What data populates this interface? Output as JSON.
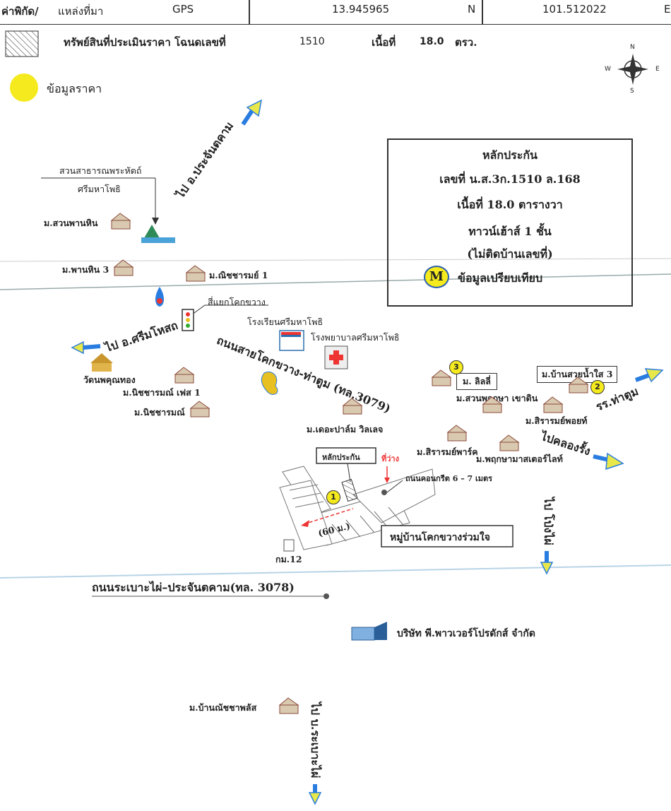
{
  "header": {
    "label": "ค่าพิกัด/",
    "source_label": "แหล่งที่มา",
    "source_value": "GPS",
    "lat": "13.945965",
    "lat_dir": "N",
    "lon": "101.512022",
    "lon_dir": "E"
  },
  "legend": {
    "asset_label": "ทรัพย์สินที่ประเมินราคา โฉนดเลขที่",
    "deed_no": "1510",
    "area_label": "เนื้อที่",
    "area_value": "18.0",
    "area_unit": "ตรว.",
    "price_label": "ข้อมูลราคา"
  },
  "compass": {
    "n": "N",
    "s": "S",
    "e": "E",
    "w": "W"
  },
  "info_box": {
    "title": "หลักประกัน",
    "line1": "เลขที่ น.ส.3ก.1510 ล.168",
    "line2": "เนื้อที่ 18.0 ตารางวา",
    "line3": "ทาวน์เฮ้าส์ 1 ชั้น",
    "line4": "(ไม่ติดบ้านเลขที่)",
    "m_letter": "M",
    "compare_label": "ข้อมูลเปรียบเทียบ"
  },
  "places": {
    "park": "สวนสาธารณพระหัตถ์",
    "park2": "ศรีมหาโพธิ",
    "suan_phan_hin": "ม.สวนพานหิน",
    "phan_hin_3": "ม.พานหิน 3",
    "nitcharom_1": "ม.ณิชชารมย์ 1",
    "intersection": "สี่แยกโคกขวาง",
    "school": "โรงเรียนศรีมหาโพธิ",
    "hospital": "โรงพยาบาลศรีมหาโพธิ",
    "temple": "วัดนพคุณทอง",
    "nitcharom_phase1": "ม.นิชชารมณ์ เฟส 1",
    "nitcharom": "ม.นิชชารมณ์",
    "the_palm": "ม.เดอะปาล์ม วิลเลจ",
    "lilly": "ม. ลิลลี่",
    "suan_pruksa": "ม.สวนพฤกษา เขาดิน",
    "suay_nam_sai": "ม.บ้านสวยน้ำใส 3",
    "sirarom_poy": "ม.สิรารมย์พอยท์",
    "sirarom_park": "ม.สิรารมย์พาร์ค",
    "pruksa_master": "ม.พฤกษามาสเตอร์ไลท์",
    "collateral_tag": "หลักประกัน",
    "vacant": "ที่ว่าง",
    "concrete_road": "ถนนคอนกรีต 6 – 7 เมตร",
    "distance": "(60 ม.)",
    "village": "หมู่บ้านโคกขวางร่วมใจ",
    "km": "กม.12",
    "company": "บริษัท พี.พาวเวอร์โปรดักส์ จำกัด",
    "nitcha_plus": "ม.บ้านณัชชาพลัส"
  },
  "roads": {
    "to_prachantakham": "ไป อ.ประจันตคาม",
    "to_si_mahosot": "ไป อ.ศรีมโหสถ",
    "main_road": "ถนนสายโคกขวาง-ท่าตูม (ทล.3079)",
    "to_tha_tum": "รร.ท่าตูม",
    "to_khlong_rang": "ไปคลองรั้ง",
    "to_nong_yai": "ไป โป่งไผ่",
    "highway_3078": "ถนนระเบาะไผ่–ประจันตคาม(ทล. 3078)",
    "to_rabao_phai": "ไป บ.ระเบาะไผ่"
  },
  "markers": {
    "one": "1",
    "two": "2",
    "three": "3"
  },
  "colors": {
    "marker_yellow": "#f4ea1d",
    "arrow_blue": "#2a7de0",
    "arrow_yellow": "#e8e84a",
    "road_line": "#b8d4e6"
  }
}
